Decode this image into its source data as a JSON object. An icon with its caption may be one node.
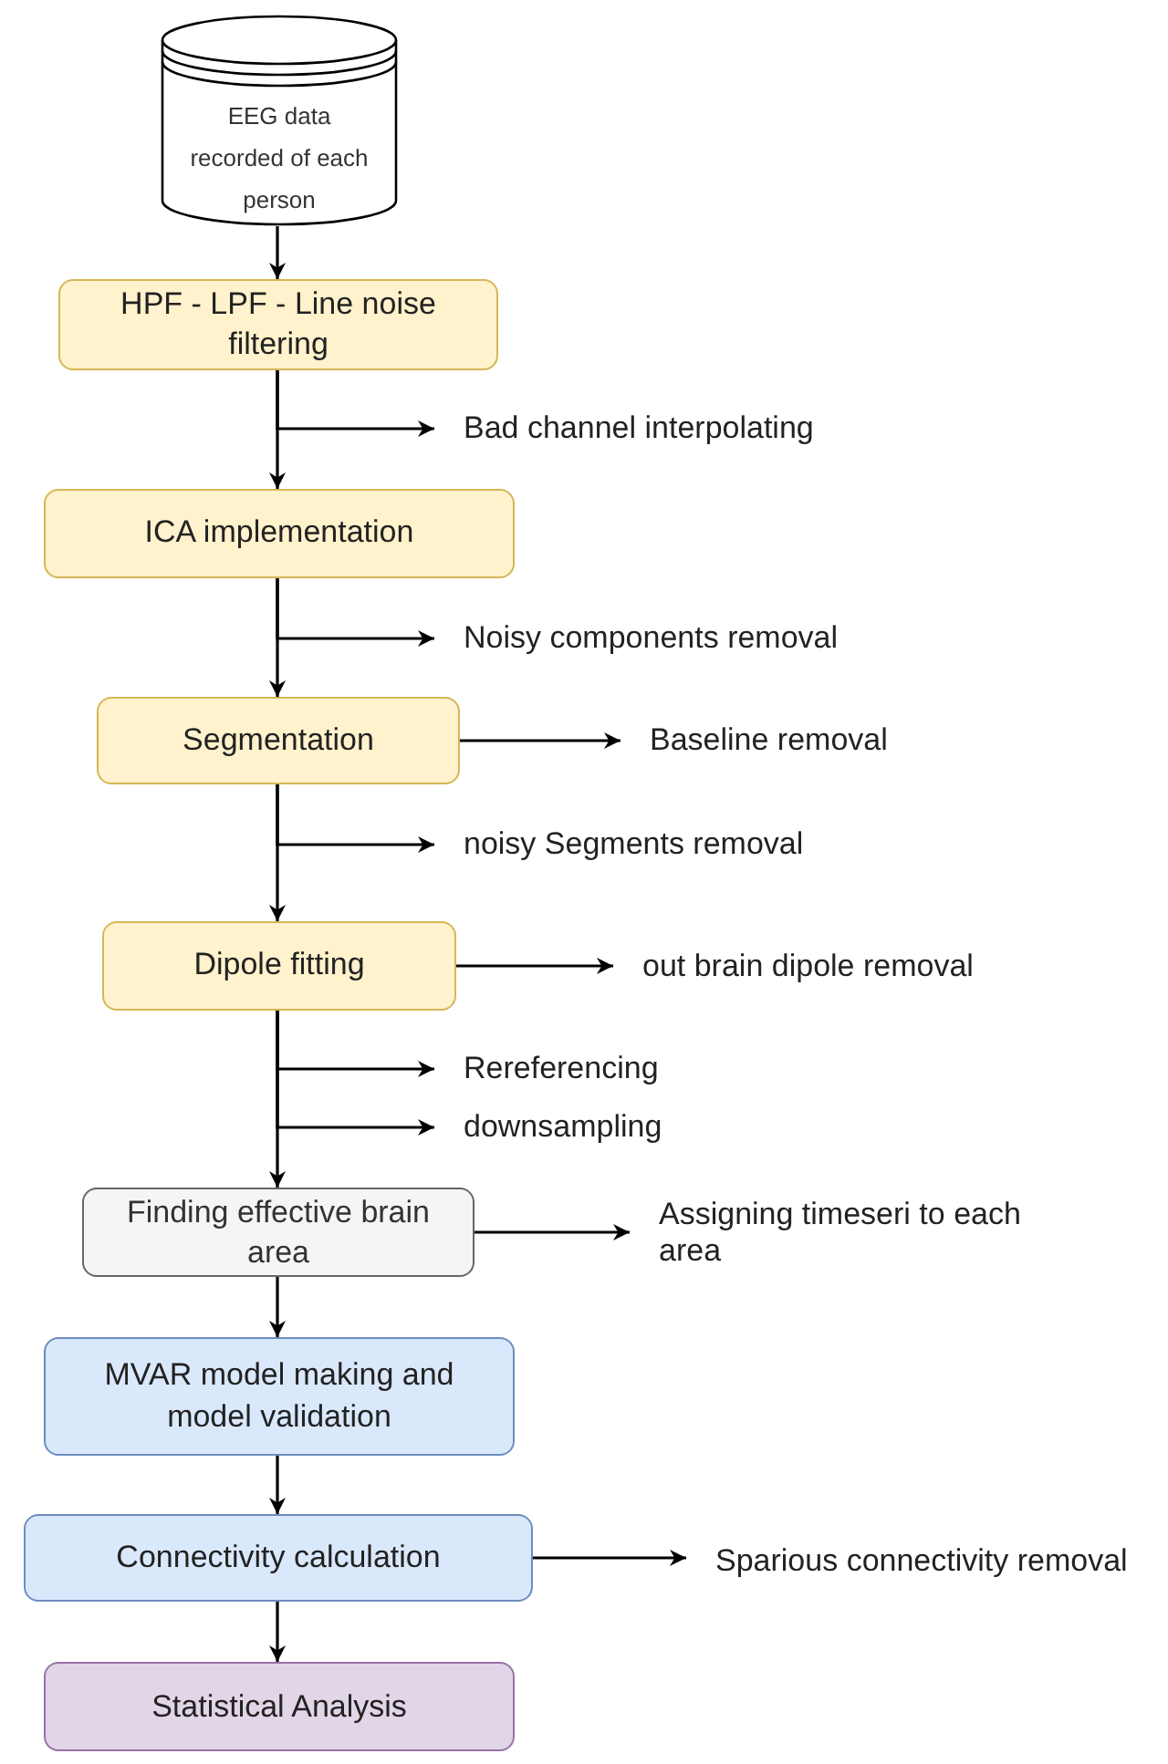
{
  "diagram": {
    "nodes": [
      {
        "text": [
          "EEG data recorded of each person"
        ]
      },
      {
        "text": [
          "HPF - LPF - Line noise filtering"
        ]
      },
      {
        "text": [
          "Bad channel interpolating"
        ]
      },
      {
        "text": [
          "ICA implementation"
        ]
      },
      {
        "text": [
          "Noisy components removal"
        ]
      },
      {
        "text": [
          "Segmentation"
        ]
      },
      {
        "text": [
          "Baseline removal"
        ]
      },
      {
        "text": [
          "noisy Segments removal"
        ]
      },
      {
        "text": [
          "Dipole fitting"
        ]
      },
      {
        "text": [
          "out brain dipole removal"
        ]
      },
      {
        "text": [
          "Rereferencing"
        ]
      },
      {
        "text": [
          "downsampling"
        ]
      },
      {
        "text": [
          "Finding effective brain area"
        ]
      },
      {
        "text": [
          "Assigning timeseri to each area"
        ]
      },
      {
        "text": [
          "MVAR model making and model validation"
        ]
      },
      {
        "text": [
          "Connectivity calculation"
        ]
      },
      {
        "text": [
          "Sparious connectivity removal"
        ]
      },
      {
        "text": [
          "Statistical Analysis"
        ]
      }
    ],
    "edges": [
      {
        "from": 0,
        "to": 1,
        "arrow": "to"
      },
      {
        "from": 1,
        "to": 2,
        "arrow": "to"
      },
      {
        "from": 1,
        "to": 3,
        "arrow": "to"
      },
      {
        "from": 3,
        "to": 4,
        "arrow": "to"
      },
      {
        "from": 3,
        "to": 5,
        "arrow": "to"
      },
      {
        "from": 5,
        "to": 6,
        "arrow": "to"
      },
      {
        "from": 5,
        "to": 7,
        "arrow": "to"
      },
      {
        "from": 5,
        "to": 8,
        "arrow": "to"
      },
      {
        "from": 8,
        "to": 9,
        "arrow": "to"
      },
      {
        "from": 8,
        "to": 10,
        "arrow": "to"
      },
      {
        "from": 8,
        "to": 11,
        "arrow": "to"
      },
      {
        "from": 8,
        "to": 12,
        "arrow": "to"
      },
      {
        "from": 12,
        "to": 13,
        "arrow": "to"
      },
      {
        "from": 12,
        "to": 14,
        "arrow": "to"
      },
      {
        "from": 14,
        "to": 15,
        "arrow": "to"
      },
      {
        "from": 15,
        "to": 16,
        "arrow": "to"
      },
      {
        "from": 15,
        "to": 17,
        "arrow": "to"
      }
    ]
  }
}
